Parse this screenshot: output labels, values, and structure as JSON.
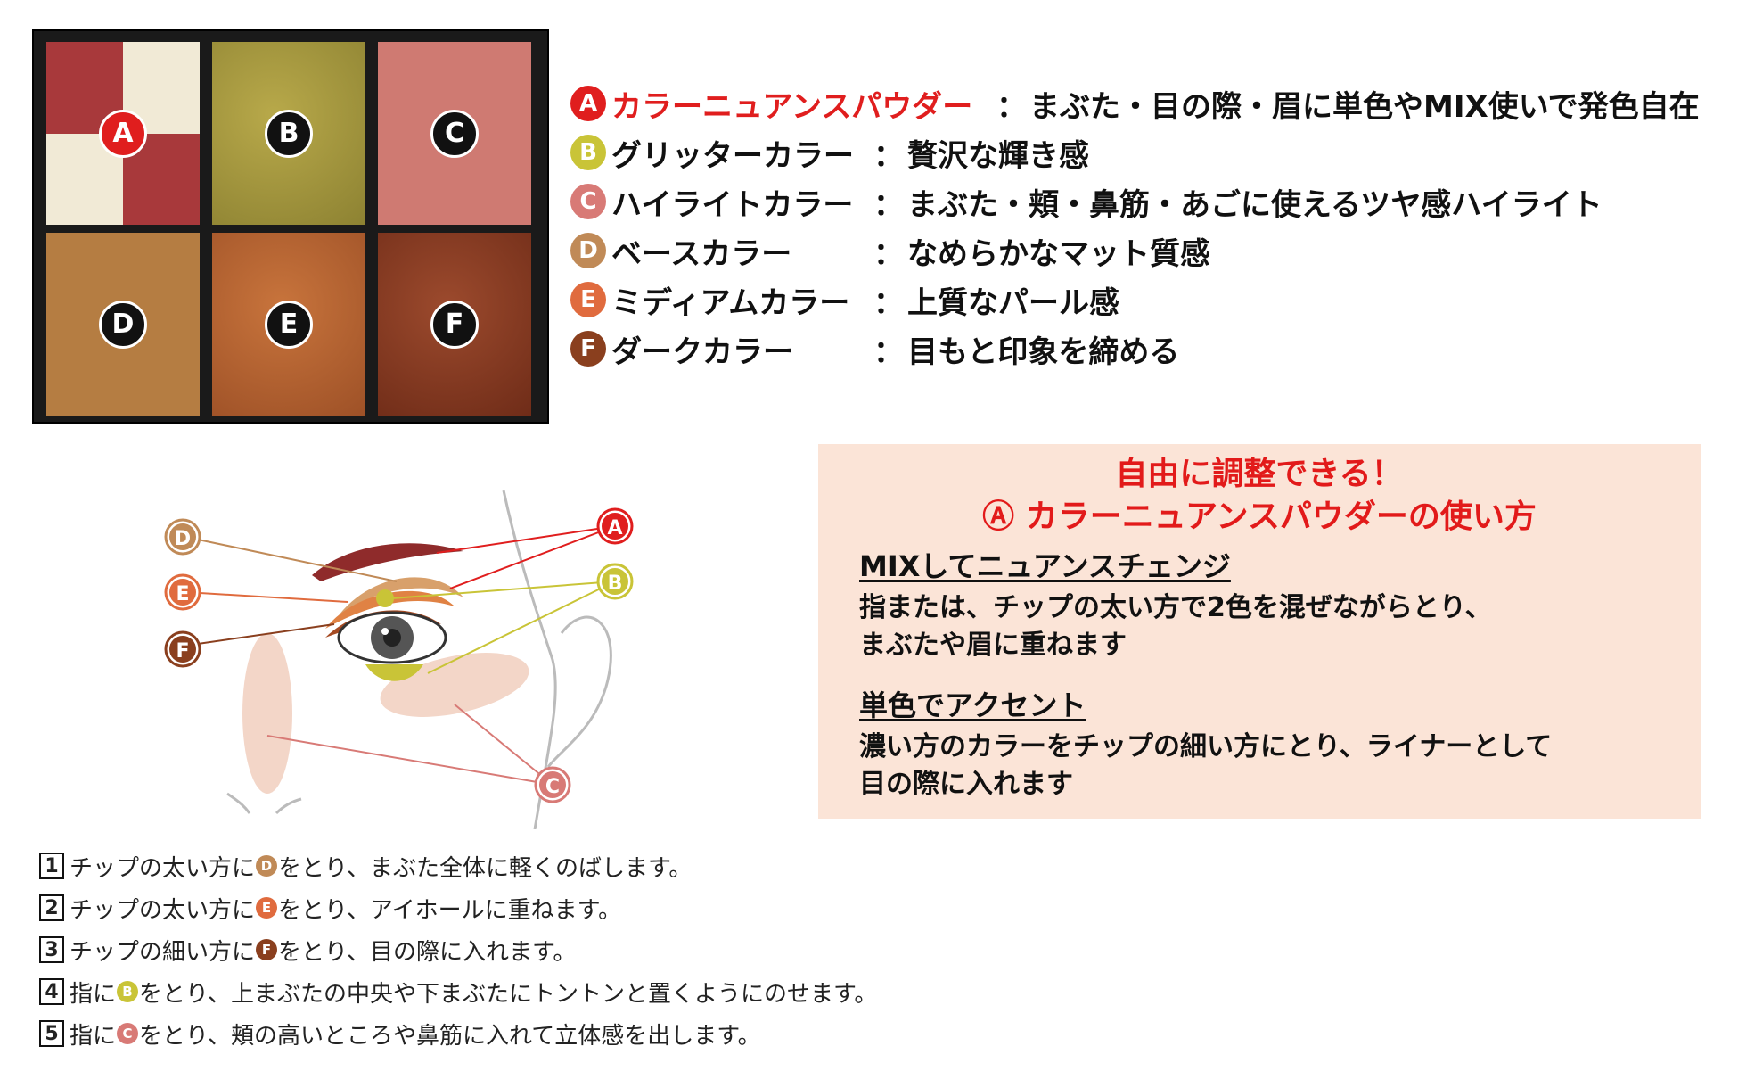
{
  "palette": {
    "pans": [
      {
        "letter": "A"
      },
      {
        "letter": "B"
      },
      {
        "letter": "C"
      },
      {
        "letter": "D"
      },
      {
        "letter": "E"
      },
      {
        "letter": "F"
      }
    ]
  },
  "legend": [
    {
      "letter": "A",
      "color": "#e01e1e",
      "name": "カラーニュアンスパウダー",
      "sep": "：",
      "desc": "まぶた・目の際・眉に単色やMIX使いで発色自在",
      "name_color": "#e01e1e"
    },
    {
      "letter": "B",
      "color": "#c9c437",
      "name": "グリッターカラー",
      "sep": "：",
      "desc": "贅沢な輝き感",
      "name_color": "#111111"
    },
    {
      "letter": "C",
      "color": "#d87a76",
      "name": "ハイライトカラー",
      "sep": "：",
      "desc": "まぶた・頬・鼻筋・あごに使えるツヤ感ハイライト",
      "name_color": "#111111"
    },
    {
      "letter": "D",
      "color": "#c08a57",
      "name": "ベースカラー",
      "sep": "：",
      "desc": "なめらかなマット質感",
      "name_color": "#111111"
    },
    {
      "letter": "E",
      "color": "#e06b3e",
      "name": "ミディアムカラー",
      "sep": "：",
      "desc": "上質なパール感",
      "name_color": "#111111"
    },
    {
      "letter": "F",
      "color": "#8a3f1e",
      "name": "ダークカラー",
      "sep": "：",
      "desc": "目もと印象を締める",
      "name_color": "#111111"
    }
  ],
  "diagram": {
    "labels": [
      {
        "letter": "D",
        "color": "#c08a57"
      },
      {
        "letter": "E",
        "color": "#e06b3e"
      },
      {
        "letter": "F",
        "color": "#8a3f1e"
      },
      {
        "letter": "A",
        "color": "#e01e1e"
      },
      {
        "letter": "B",
        "color": "#c9c437"
      },
      {
        "letter": "C",
        "color": "#d87a76"
      }
    ]
  },
  "tips": {
    "title_line1": "自由に調整できる！",
    "title_line2": "Ⓐ カラーニュアンスパウダーの使い方",
    "section1_heading": "MIXしてニュアンスチェンジ",
    "section1_line1": "指または、チップの太い方で2色を混ぜながらとり、",
    "section1_line2": "まぶたや眉に重ねます",
    "section2_heading": "単色でアクセント",
    "section2_line1": "濃い方のカラーをチップの細い方にとり、ライナーとして",
    "section2_line2": "目の際に入れます"
  },
  "steps": [
    {
      "num": "1",
      "pre": "チップの太い方に",
      "dot": "D",
      "dot_color": "#c08a57",
      "post": "をとり、まぶた全体に軽くのばします。"
    },
    {
      "num": "2",
      "pre": "チップの太い方に",
      "dot": "E",
      "dot_color": "#e06b3e",
      "post": "をとり、アイホールに重ねます。"
    },
    {
      "num": "3",
      "pre": "チップの細い方に",
      "dot": "F",
      "dot_color": "#8a3f1e",
      "post": "をとり、目の際に入れます。"
    },
    {
      "num": "4",
      "pre": "指に",
      "dot": "B",
      "dot_color": "#c9c437",
      "post": "をとり、上まぶたの中央や下まぶたにトントンと置くようにのせます。"
    },
    {
      "num": "5",
      "pre": "指に",
      "dot": "C",
      "dot_color": "#d87a76",
      "post": "をとり、頬の高いところや鼻筋に入れて立体感を出します。"
    }
  ]
}
